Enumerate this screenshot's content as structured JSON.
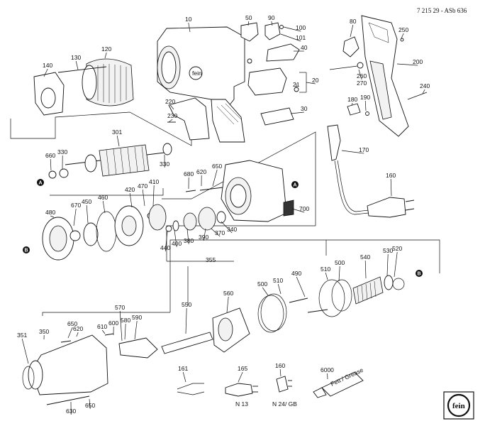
{
  "header": {
    "doc_code": "7 215 29 - ASb 636"
  },
  "parts": [
    {
      "id": "p10",
      "num": "10"
    },
    {
      "id": "p20",
      "num": "20"
    },
    {
      "id": "p21",
      "num": "21"
    },
    {
      "id": "p30",
      "num": "30"
    },
    {
      "id": "p40",
      "num": "40"
    },
    {
      "id": "p50",
      "num": "50"
    },
    {
      "id": "p80",
      "num": "80"
    },
    {
      "id": "p90",
      "num": "90"
    },
    {
      "id": "p100",
      "num": "100"
    },
    {
      "id": "p101",
      "num": "101"
    },
    {
      "id": "p120",
      "num": "120"
    },
    {
      "id": "p130",
      "num": "130"
    },
    {
      "id": "p140",
      "num": "140"
    },
    {
      "id": "p160",
      "num": "160"
    },
    {
      "id": "p161",
      "num": "161"
    },
    {
      "id": "p165",
      "num": "165"
    },
    {
      "id": "p160b",
      "num": "160"
    },
    {
      "id": "p170",
      "num": "170"
    },
    {
      "id": "p180",
      "num": "180"
    },
    {
      "id": "p190",
      "num": "190"
    },
    {
      "id": "p200",
      "num": "200"
    },
    {
      "id": "p220",
      "num": "220"
    },
    {
      "id": "p230",
      "num": "230"
    },
    {
      "id": "p240",
      "num": "240"
    },
    {
      "id": "p250",
      "num": "250"
    },
    {
      "id": "p260",
      "num": "260"
    },
    {
      "id": "p270",
      "num": "270"
    },
    {
      "id": "p301",
      "num": "301"
    },
    {
      "id": "p330a",
      "num": "330"
    },
    {
      "id": "p330b",
      "num": "330"
    },
    {
      "id": "p340",
      "num": "340"
    },
    {
      "id": "p350",
      "num": "350"
    },
    {
      "id": "p351",
      "num": "351"
    },
    {
      "id": "p355",
      "num": "355"
    },
    {
      "id": "p370",
      "num": "370"
    },
    {
      "id": "p380",
      "num": "380"
    },
    {
      "id": "p390",
      "num": "390"
    },
    {
      "id": "p400",
      "num": "400"
    },
    {
      "id": "p410",
      "num": "410"
    },
    {
      "id": "p420",
      "num": "420"
    },
    {
      "id": "p440",
      "num": "440"
    },
    {
      "id": "p450",
      "num": "450"
    },
    {
      "id": "p460",
      "num": "460"
    },
    {
      "id": "p470",
      "num": "470"
    },
    {
      "id": "p480",
      "num": "480"
    },
    {
      "id": "p490",
      "num": "490"
    },
    {
      "id": "p500a",
      "num": "500"
    },
    {
      "id": "p500b",
      "num": "500"
    },
    {
      "id": "p510a",
      "num": "510"
    },
    {
      "id": "p510b",
      "num": "510"
    },
    {
      "id": "p520",
      "num": "520"
    },
    {
      "id": "p530",
      "num": "530"
    },
    {
      "id": "p540",
      "num": "540"
    },
    {
      "id": "p550",
      "num": "550"
    },
    {
      "id": "p560",
      "num": "560"
    },
    {
      "id": "p570",
      "num": "570"
    },
    {
      "id": "p580",
      "num": "580"
    },
    {
      "id": "p590",
      "num": "590"
    },
    {
      "id": "p600",
      "num": "600"
    },
    {
      "id": "p610",
      "num": "610"
    },
    {
      "id": "p620a",
      "num": "620"
    },
    {
      "id": "p620b",
      "num": "620"
    },
    {
      "id": "p630",
      "num": "630"
    },
    {
      "id": "p650a",
      "num": "650"
    },
    {
      "id": "p650b",
      "num": "650"
    },
    {
      "id": "p650c",
      "num": "650"
    },
    {
      "id": "p660",
      "num": "660"
    },
    {
      "id": "p670",
      "num": "670"
    },
    {
      "id": "p680",
      "num": "680"
    },
    {
      "id": "p700",
      "num": "700"
    },
    {
      "id": "p6000",
      "num": "6000"
    }
  ],
  "plug_labels": {
    "n13": "N 13",
    "n24gb": "N 24/ GB"
  },
  "markers": {
    "a": "A",
    "b": "B"
  },
  "tube_text": "Fett / Grease",
  "logo": {
    "text": "fein",
    "icon": "fein-logo-icon"
  }
}
